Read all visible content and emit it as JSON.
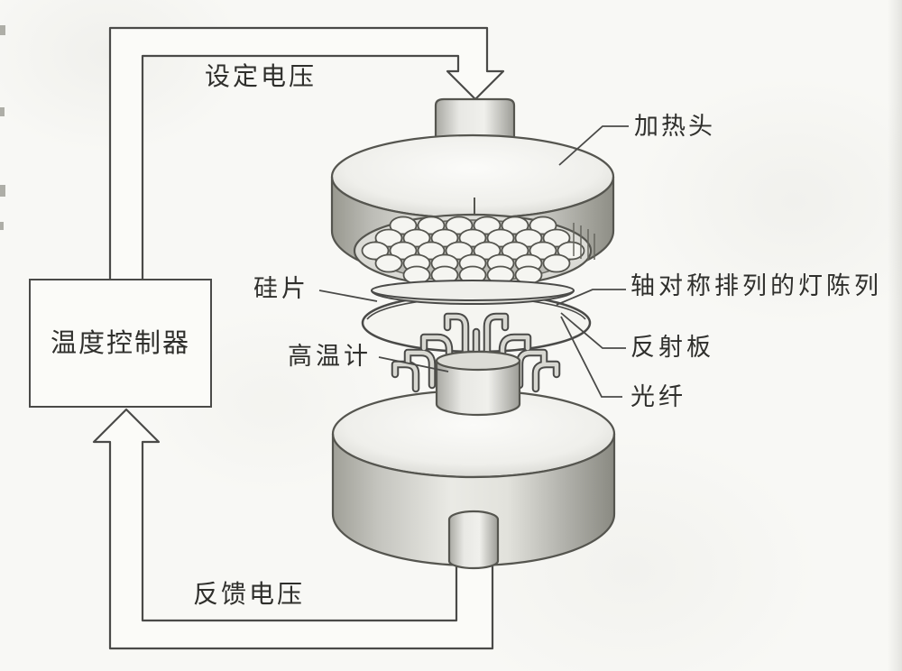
{
  "figure": {
    "description": "Rapid thermal processing system schematic with closed-loop temperature control",
    "background_color": "#f8f8f5",
    "line_color": "#4a4a48",
    "text_color": "#2f2f2c",
    "metal_light": "#f4f4f0",
    "metal_dark": "#8e8e86"
  },
  "labels": {
    "set_voltage": "设定电压",
    "heater_head": "加热头",
    "wafer": "硅片",
    "lamp_array": "轴对称排列的灯陈列",
    "reflector": "反射板",
    "fiber": "光纤",
    "pyrometer": "高温计",
    "controller": "温度控制器",
    "feedback_voltage": "反馈电压"
  }
}
